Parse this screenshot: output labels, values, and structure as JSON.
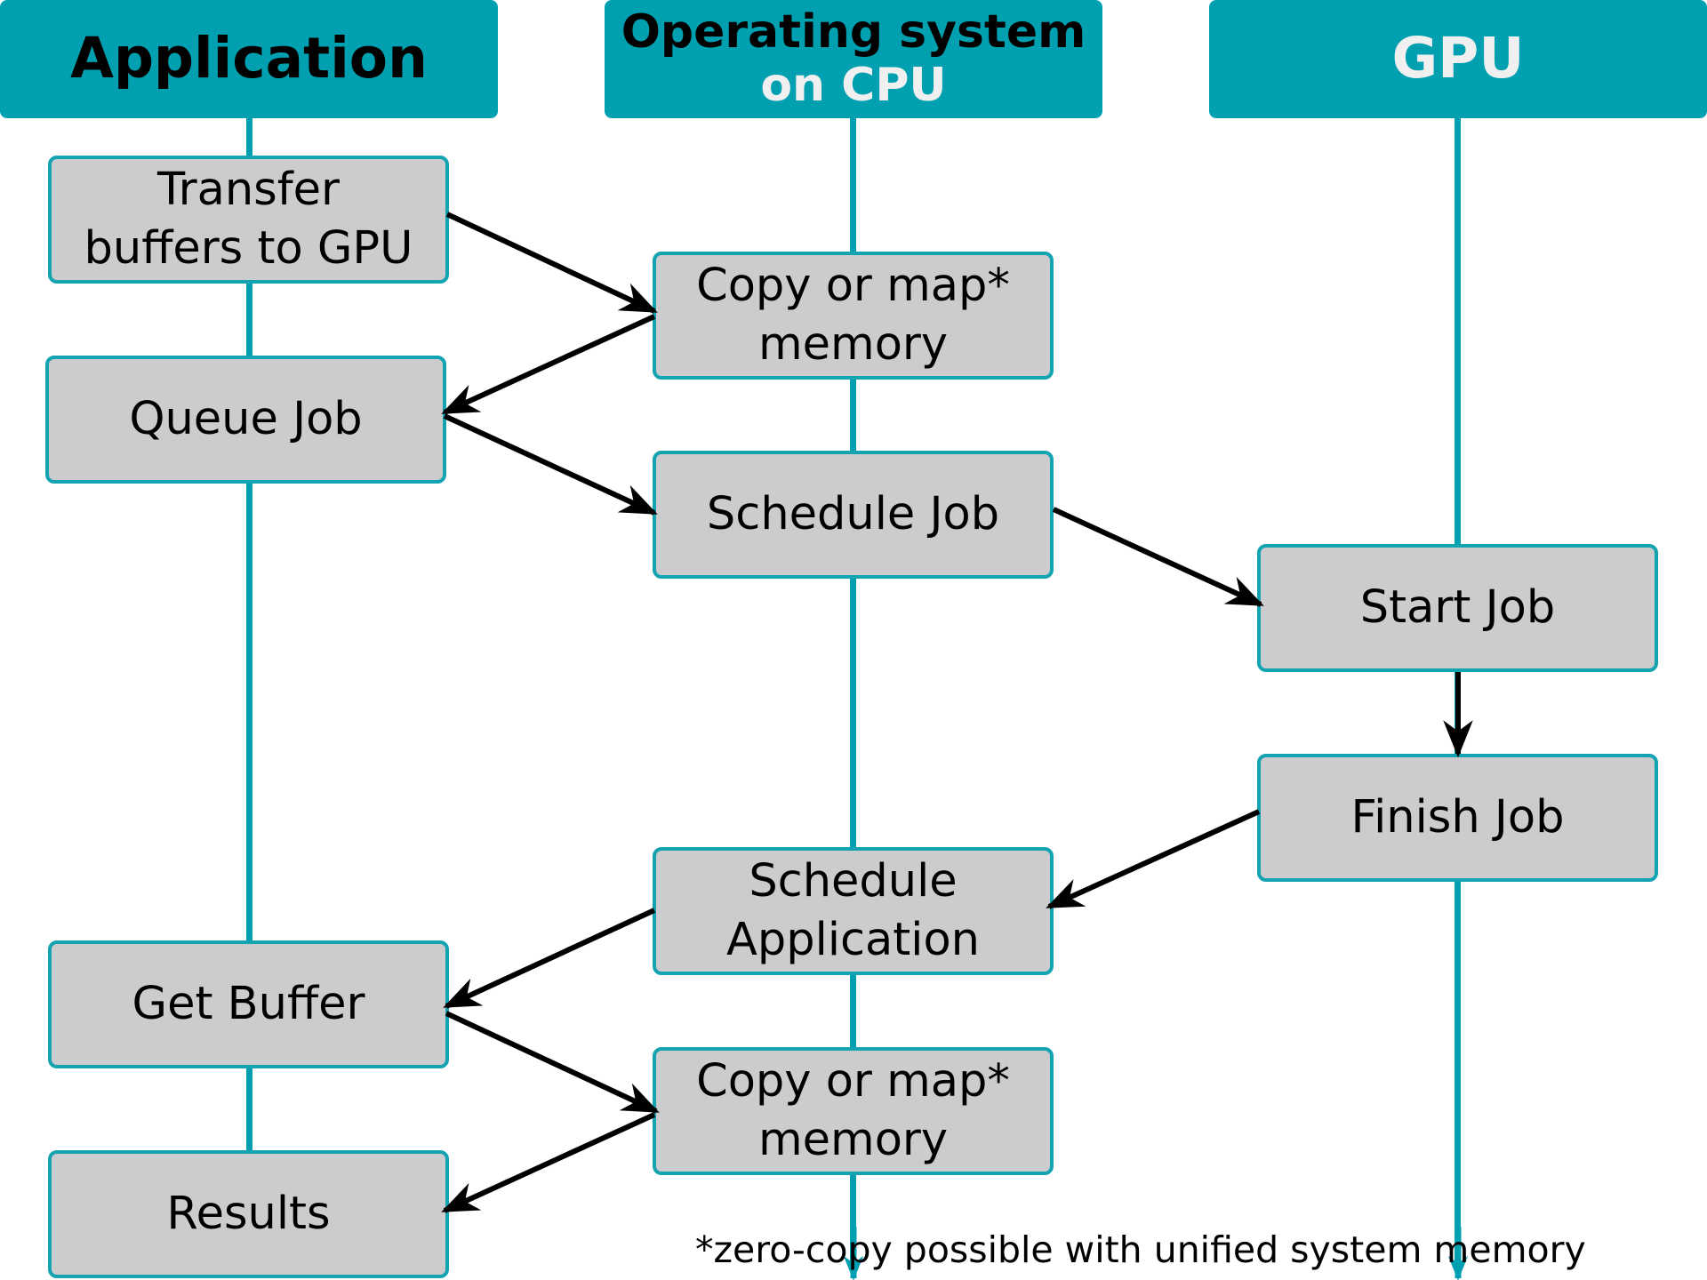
{
  "lanes": [
    {
      "line1": "Application",
      "line2": "",
      "color1": "#000000",
      "color2": "#000000"
    },
    {
      "line1": "Operating system",
      "line2": "on CPU",
      "color1": "#000000",
      "color2": "#f0f0f0"
    },
    {
      "line1": "GPU",
      "line2": "",
      "color1": "#f0f0f0",
      "color2": "#f0f0f0"
    }
  ],
  "steps": {
    "transfer_buffers": [
      "Transfer",
      "buffers to GPU"
    ],
    "copy_map_1": [
      "Copy or map*",
      "memory"
    ],
    "queue_job": [
      "Queue Job"
    ],
    "schedule_job": [
      "Schedule Job"
    ],
    "start_job": [
      "Start Job"
    ],
    "finish_job": [
      "Finish Job"
    ],
    "schedule_application": [
      "Schedule",
      "Application"
    ],
    "get_buffer": [
      "Get Buffer"
    ],
    "copy_map_2": [
      "Copy or map*",
      "memory"
    ],
    "results": [
      "Results"
    ]
  },
  "footnote": "*zero-copy possible with unified system memory",
  "colors": {
    "lane": "#00a0b0",
    "box_fill": "#cccccf",
    "box_border": "#14a3b0",
    "arrow": "#000000"
  }
}
